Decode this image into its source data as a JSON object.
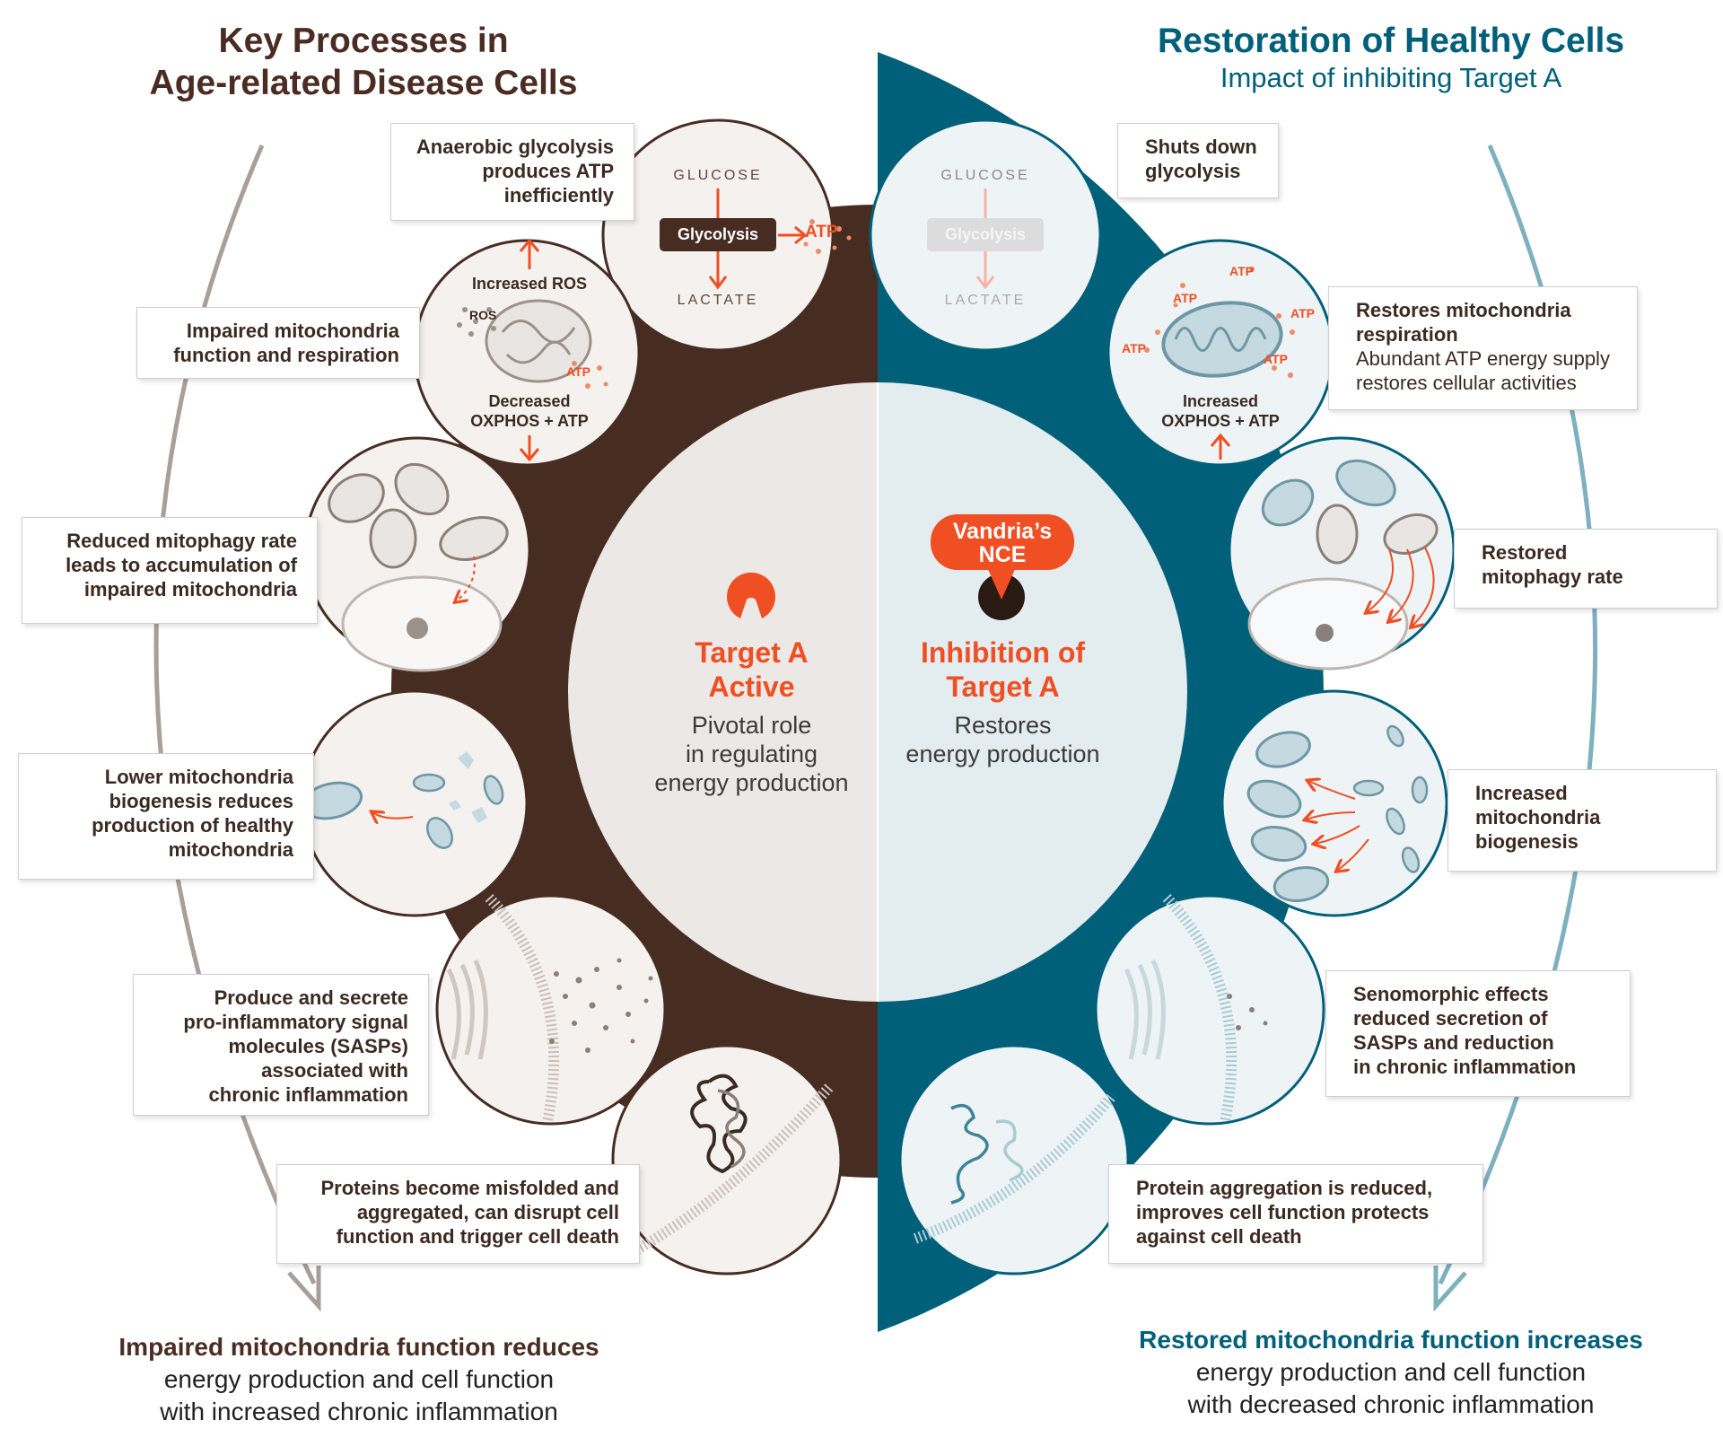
{
  "colors": {
    "dark_brown": "#472c22",
    "teal": "#006079",
    "accent_orange": "#f04e23",
    "light_circle_left": "#ece8e6",
    "light_circle_right": "#e3ecef",
    "arc_left": "#a99f99",
    "arc_right": "#7fb0bf"
  },
  "left": {
    "title": [
      "Key Processes in",
      "Age-related Disease Cells"
    ],
    "labels": [
      {
        "lines": [
          "Anaerobic glycolysis",
          "produces ATP",
          "inefficiently"
        ]
      },
      {
        "lines": [
          "Impaired mitochondria",
          "function and respiration"
        ]
      },
      {
        "lines": [
          "Reduced mitophagy rate",
          "leads to accumulation of",
          "impaired mitochondria"
        ]
      },
      {
        "lines": [
          "Lower mitochondria",
          "biogenesis reduces",
          "production of healthy",
          "mitochondria"
        ]
      },
      {
        "lines": [
          "Produce and secrete",
          "pro-inflammatory signal",
          "molecules (SASPs)",
          "associated with",
          "chronic inflammation"
        ]
      },
      {
        "lines": [
          "Proteins become misfolded and",
          "aggregated, can disrupt cell",
          "function and trigger cell death"
        ]
      }
    ],
    "glycolysis": {
      "glucose": "GLUCOSE",
      "box": "Glycolysis",
      "atp": "ATP",
      "lactate": "LACTATE"
    },
    "ros": {
      "increased": "Increased ROS",
      "ros_tag": "ROS",
      "atp": "ATP",
      "decreased": [
        "Decreased",
        "OXPHOS + ATP"
      ]
    },
    "center": {
      "title": [
        "Target A",
        "Active"
      ],
      "sub": [
        "Pivotal role",
        "in regulating",
        "energy production"
      ]
    },
    "summary": {
      "head": "Impaired mitochondria function reduces",
      "lines": [
        "energy production and cell function",
        "with increased chronic inflammation"
      ]
    }
  },
  "right": {
    "title": "Restoration of Healthy Cells",
    "subtitle": "Impact of inhibiting Target A",
    "labels": [
      {
        "lines": [
          "Shuts down",
          "glycolysis"
        ]
      },
      {
        "lines": [
          "Restores mitochondria",
          "respiration"
        ],
        "normal": [
          "Abundant ATP energy supply",
          "restores cellular activities"
        ]
      },
      {
        "lines": [
          "Restored",
          "mitophagy rate"
        ]
      },
      {
        "lines": [
          "Increased",
          "mitochondria",
          "biogenesis"
        ]
      },
      {
        "lines": [
          "Senomorphic effects",
          "reduced secretion of",
          "SASPs and reduction",
          "in chronic inflammation"
        ]
      },
      {
        "lines": [
          "Protein aggregation is reduced,",
          "improves cell function protects",
          "against cell death"
        ]
      }
    ],
    "glycolysis": {
      "glucose": "GLUCOSE",
      "box": "Glycolysis",
      "lactate": "LACTATE"
    },
    "oxphos": {
      "atp": "ATP",
      "increased": [
        "Increased",
        "OXPHOS + ATP"
      ]
    },
    "nce": [
      "Vandria’s",
      "NCE"
    ],
    "center": {
      "title": [
        "Inhibition of",
        "Target A"
      ],
      "sub": [
        "Restores",
        "energy production"
      ]
    },
    "summary": {
      "head": "Restored mitochondria function increases",
      "lines": [
        "energy production and cell function",
        "with decreased chronic inflammation"
      ]
    }
  }
}
